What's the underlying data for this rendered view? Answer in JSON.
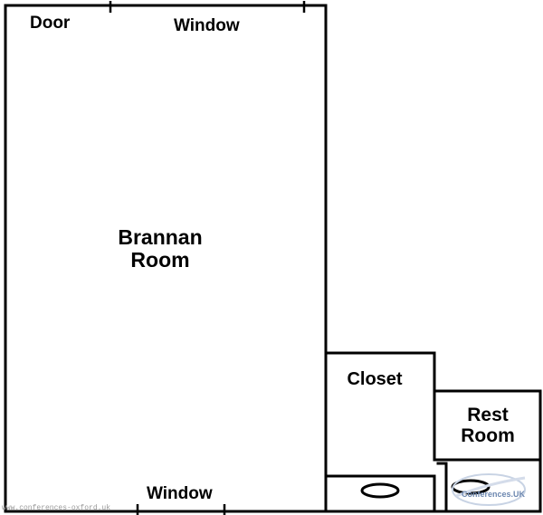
{
  "plan": {
    "labels": {
      "door": "Door",
      "window_top": "Window",
      "window_bottom": "Window",
      "main_room_line1": "Brannan",
      "main_room_line2": "Room",
      "closet": "Closet",
      "restroom_line1": "Rest",
      "restroom_line2": "Room"
    },
    "footer_text": "www.conferences-oxford.uk",
    "watermark_text": "Conferences.UK",
    "colors": {
      "wall": "#000000",
      "background": "#ffffff",
      "watermark": "#6c87b0"
    }
  }
}
